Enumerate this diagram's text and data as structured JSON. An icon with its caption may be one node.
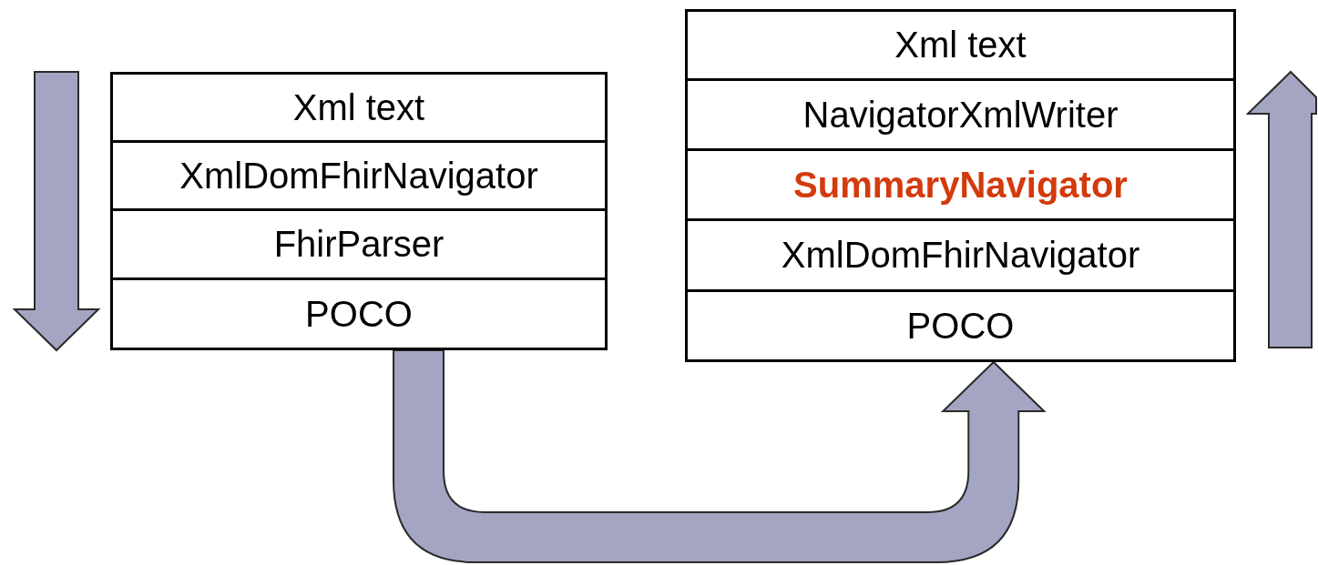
{
  "diagram": {
    "nodes": [
      {
        "text": [
          "Xml text"
        ]
      },
      {
        "text": [
          "XmlDomFhirNavigator"
        ]
      },
      {
        "text": [
          "FhirParser"
        ]
      },
      {
        "text": [
          "POCO"
        ]
      },
      {
        "text": [
          "Xml text"
        ]
      },
      {
        "text": [
          "NavigatorXmlWriter"
        ]
      },
      {
        "text": [
          "SummaryNavigator"
        ]
      },
      {
        "text": [
          "XmlDomFhirNavigator"
        ]
      },
      {
        "text": [
          "POCO"
        ]
      }
    ],
    "edges": [
      {
        "from": 3,
        "to": 8,
        "arrow": "to",
        "style": "thick"
      }
    ]
  }
}
